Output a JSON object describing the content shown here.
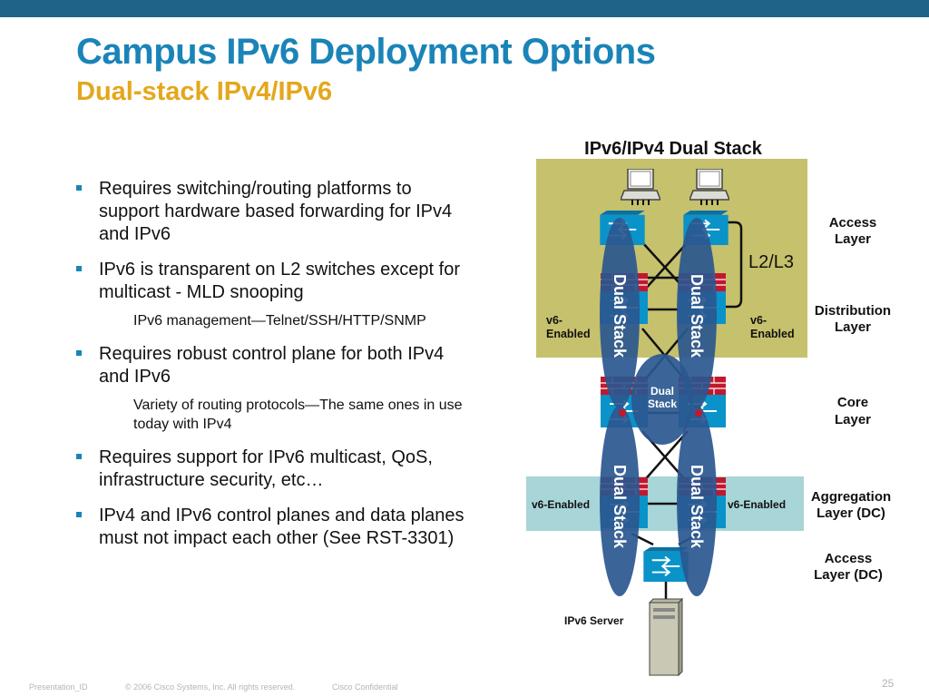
{
  "slide": {
    "title": "Campus IPv6 Deployment Options",
    "subtitle": "Dual-stack IPv4/IPv6"
  },
  "bullets": [
    {
      "text": "Requires switching/routing platforms to support hardware based forwarding for IPv4 and IPv6"
    },
    {
      "text": "IPv6 is transparent on L2 switches except for multicast - MLD snooping",
      "sub": "IPv6 management—Telnet/SSH/HTTP/SNMP"
    },
    {
      "text": "Requires robust control plane for both IPv4 and IPv6",
      "sub": "Variety of routing protocols—The same ones in use today with IPv4"
    },
    {
      "text": "Requires support for IPv6 multicast, QoS, infrastructure security, etc…"
    },
    {
      "text": "IPv4 and IPv6 control planes and data planes must not impact each other (See RST-3301)"
    }
  ],
  "diagram": {
    "title": "IPv6/IPv4 Dual Stack",
    "l2l3": "L2/L3",
    "v6_enabled_top_left": "v6-Enabled",
    "v6_enabled_top_right": "v6-Enabled",
    "v6_enabled_agg_left": "v6-Enabled",
    "v6_enabled_agg_right": "v6-Enabled",
    "dual_stack": "Dual Stack",
    "dual_stack_core_1": "Dual",
    "dual_stack_core_2": "Stack",
    "server_label": "IPv6 Server",
    "layers": [
      {
        "l1": "Access",
        "l2": "Layer"
      },
      {
        "l1": "Distribution",
        "l2": "Layer"
      },
      {
        "l1": "Core",
        "l2": "Layer"
      },
      {
        "l1": "Aggregation",
        "l2": "Layer (DC)"
      },
      {
        "l1": "Access",
        "l2": "Layer (DC)"
      }
    ],
    "colors": {
      "campus_zone": "#c6c16c",
      "agg_zone": "#a8d5d7",
      "ellipse": "#2a578f",
      "switch": "#0a93c8",
      "router_red": "#c2182e"
    }
  },
  "footer": {
    "presentation_id": "Presentation_ID",
    "copyright": "© 2006 Cisco Systems, Inc. All rights reserved.",
    "confidential": "Cisco Confidential",
    "page": "25"
  }
}
